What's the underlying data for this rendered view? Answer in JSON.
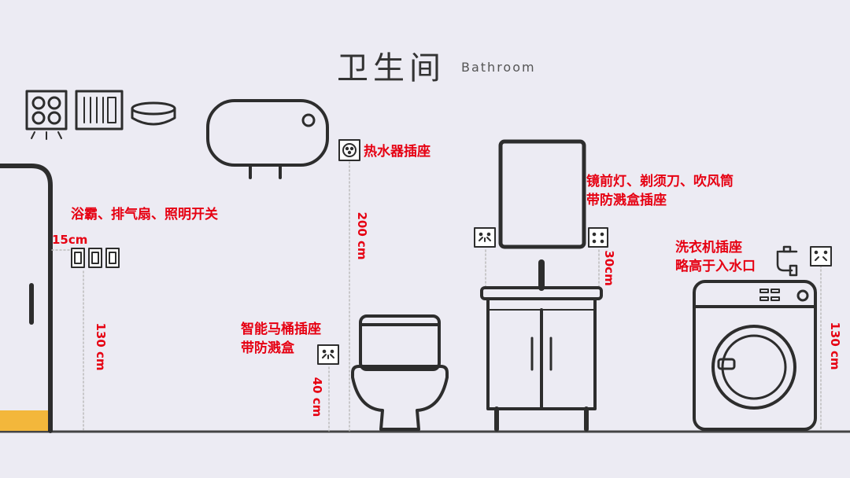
{
  "title": {
    "cn": "卫生间",
    "en": "Bathroom"
  },
  "labels": {
    "heater": "热水器插座",
    "switches": "浴霸、排气扇、照明开关",
    "mirror_line1": "镜前灯、剃须刀、吹风筒",
    "mirror_line2": "带防溅盒插座",
    "toilet_line1": "智能马桶插座",
    "toilet_line2": "带防溅盒",
    "washer_line1": "洗衣机插座",
    "washer_line2": "略高于入水口"
  },
  "dimensions": {
    "door_gap": "15cm",
    "switch_height": "130 cm",
    "heater_height": "200 cm",
    "toilet_height": "40 cm",
    "mirror_offset": "30cm",
    "washer_height": "130 cm"
  },
  "colors": {
    "accent": "#e60012",
    "line": "#2d2d2d",
    "floor": "#f3b73b",
    "bg": "#ecebf3"
  }
}
